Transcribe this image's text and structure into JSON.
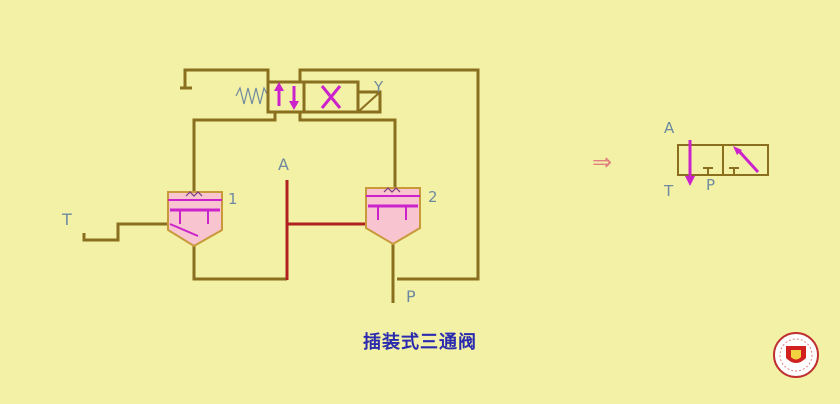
{
  "diagram": {
    "caption": "插装式三通阀",
    "labels": {
      "port_a": "A",
      "port_t": "T",
      "port_p": "P",
      "valve_1": "1",
      "valve_2": "2",
      "solenoid_y": "Y"
    },
    "symbol": {
      "port_a": "A",
      "port_t": "T",
      "port_p": "P"
    },
    "arrow_glyph": "⇒",
    "colors": {
      "background": "#f3f1a6",
      "pipe": "#8a6f1e",
      "pipe_a": "#b02020",
      "arrow": "#cc22cc",
      "valve_fill": "#f7c4cf",
      "valve_edge": "#c89a3a",
      "label": "#6f8aa0",
      "caption": "#2b2bb0"
    },
    "logo_icon": "shield-emblem-icon"
  }
}
